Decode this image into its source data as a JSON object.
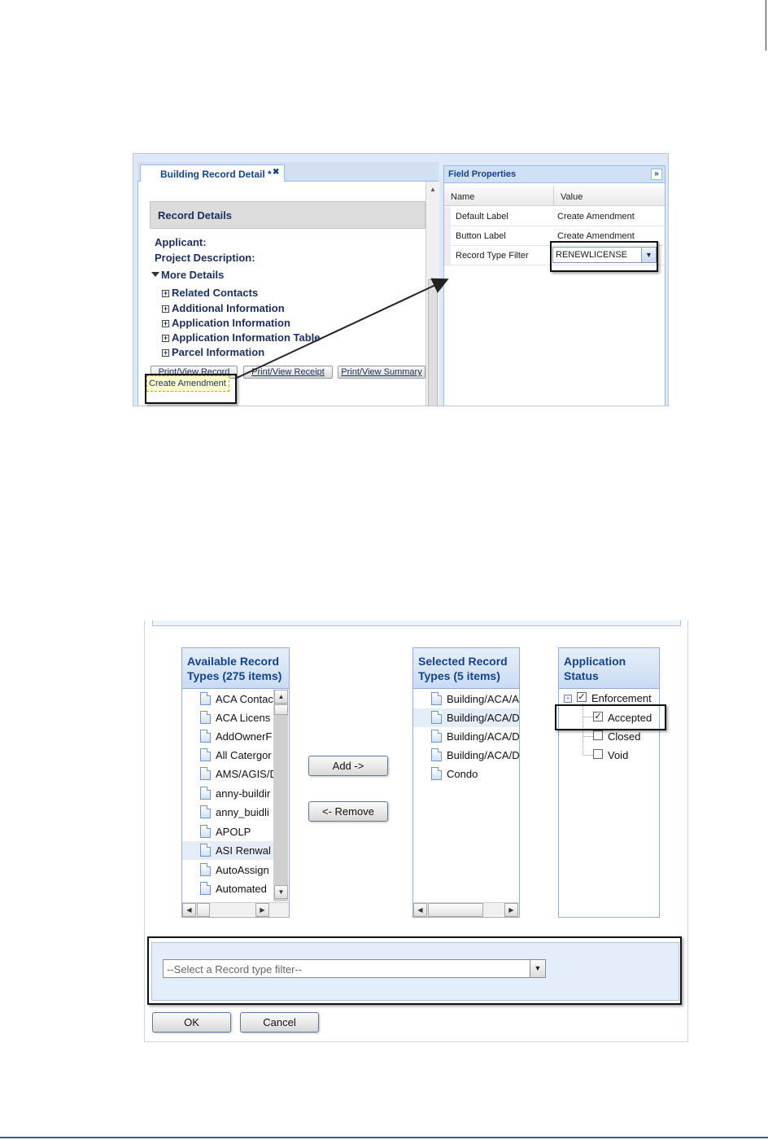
{
  "record_detail": {
    "tab_label": "Building Record Detail *",
    "section_header": "Record Details",
    "applicant_label": "Applicant:",
    "project_description_label": "Project Description:",
    "more_details_label": "More Details",
    "sections": [
      "Related Contacts",
      "Additional Information",
      "Application Information",
      "Application Information Table",
      "Parcel Information"
    ],
    "buttons": [
      "Print/View Record",
      "Print/View Receipt",
      "Print/View Summary"
    ],
    "create_amendment_label": "Create Amendment"
  },
  "field_properties": {
    "title": "Field Properties",
    "columns": [
      "Name",
      "Value"
    ],
    "rows": [
      {
        "name": "Default Label",
        "value": "Create Amendment"
      },
      {
        "name": "Button Label",
        "value": "Create Amendment"
      },
      {
        "name": "Record Type Filter",
        "value": "RENEWLICENSE"
      }
    ]
  },
  "record_type_dialog": {
    "available": {
      "title_line1": "Available Record",
      "title_line2": "Types (275 items)",
      "items": [
        "ACA Contac",
        "ACA Licens",
        "AddOwnerF",
        "All Catergor",
        "AMS/AGIS/D",
        "anny-buildir",
        "anny_buidli",
        "APOLP",
        "ASI Renwal",
        "AutoAssign",
        "Automated"
      ],
      "selected_item": "ASI Renwal"
    },
    "add_label": "Add ->",
    "remove_label": "<- Remove",
    "selected": {
      "title_line1": "Selected Record",
      "title_line2": "Types (5 items)",
      "items": [
        "Building/ACA/A",
        "Building/ACA/D",
        "Building/ACA/D",
        "Building/ACA/D",
        "Condo"
      ]
    },
    "application_status": {
      "title_line1": "Application",
      "title_line2": "Status",
      "parent": {
        "label": "Enforcement",
        "checked": true
      },
      "children": [
        {
          "label": "Accepted",
          "checked": true
        },
        {
          "label": "Closed",
          "checked": false
        },
        {
          "label": "Void",
          "checked": false
        }
      ]
    },
    "filter_placeholder": "--Select a Record type filter--",
    "ok_label": "OK",
    "cancel_label": "Cancel"
  },
  "colors": {
    "accent": "#15428b",
    "panel_border": "#99bbe8",
    "header_blue": "#c9dcf2"
  },
  "icons": [
    "close-icon",
    "collapse-panel-icon",
    "expand-plus-icon",
    "collapse-triangle-icon",
    "chevron-down-icon",
    "document-icon",
    "checkbox-icon",
    "tree-minus-icon",
    "arrow-up-icon",
    "arrow-down-icon",
    "arrow-left-icon",
    "arrow-right-icon"
  ]
}
